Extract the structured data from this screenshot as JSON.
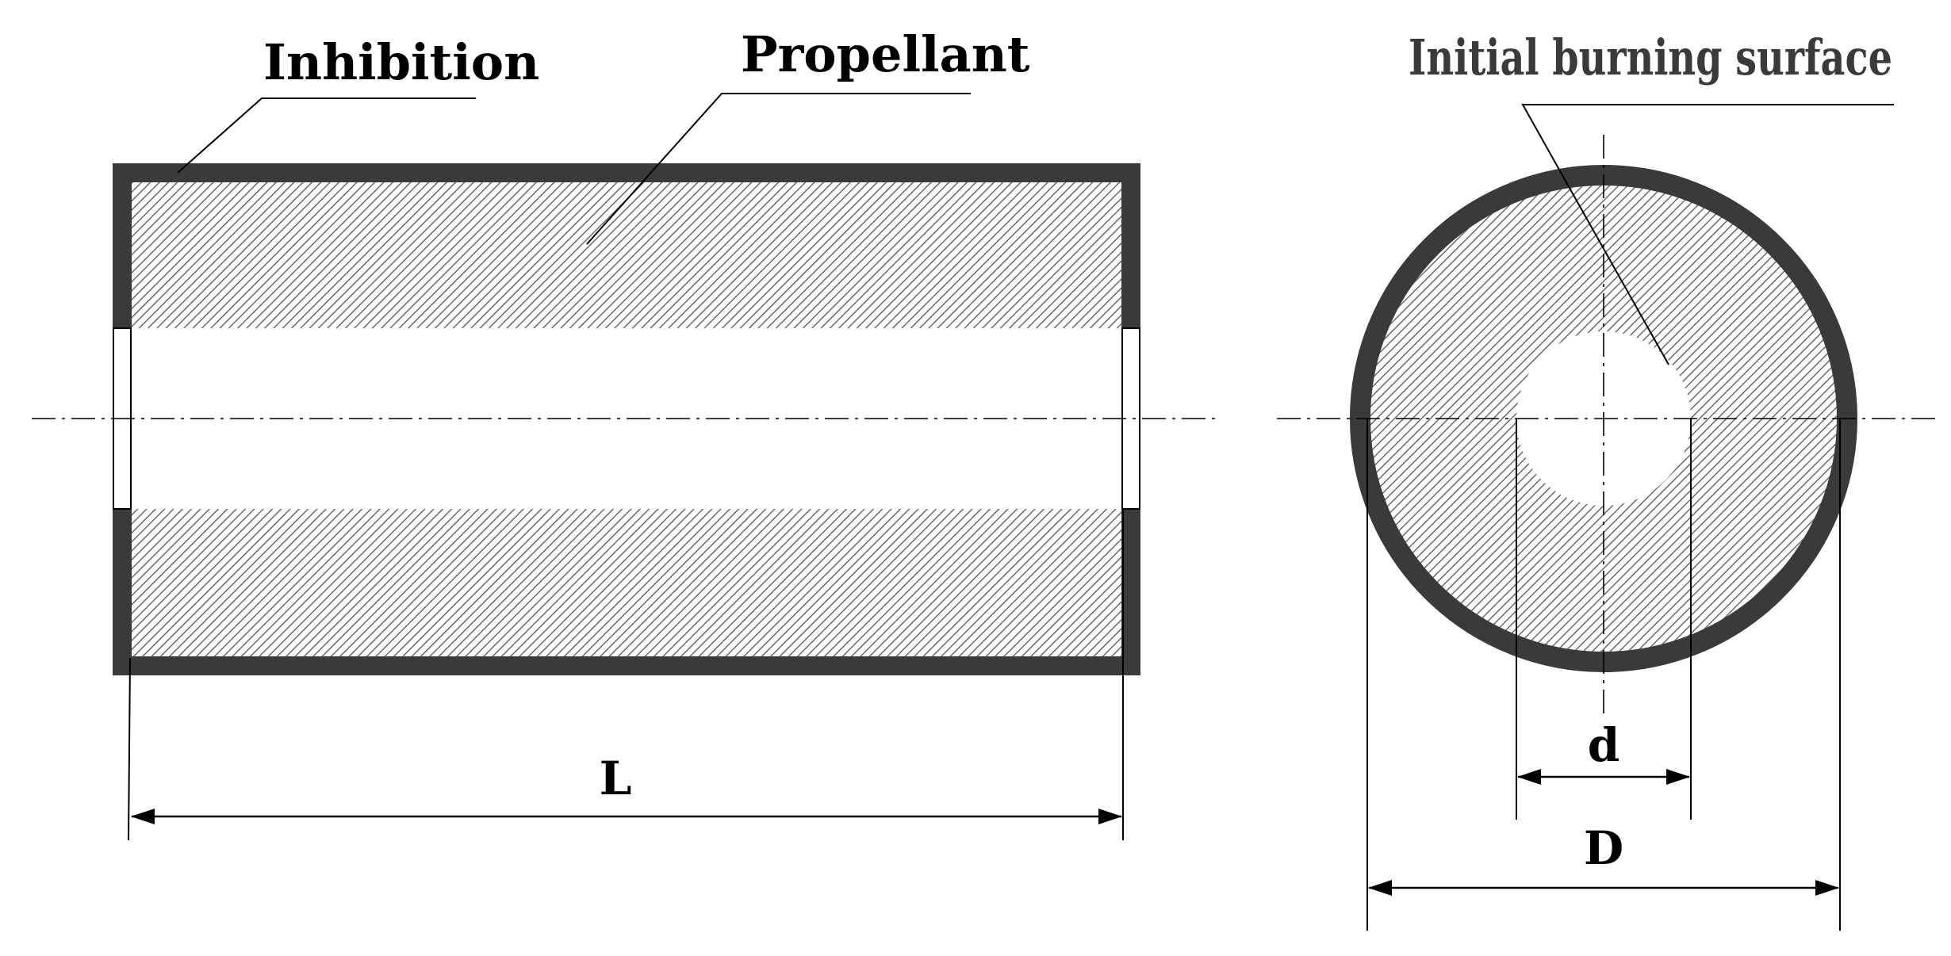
{
  "labels": {
    "inhibition": "Inhibition",
    "propellant": "Propellant",
    "initial_burning_surface": "Initial burning surface"
  },
  "dimensions": {
    "length": "L",
    "inner_diameter": "d",
    "outer_diameter": "D"
  },
  "colors": {
    "inhibitor": "#3a3a3a",
    "hatch": "#6a6a6a",
    "background": "#ffffff"
  }
}
